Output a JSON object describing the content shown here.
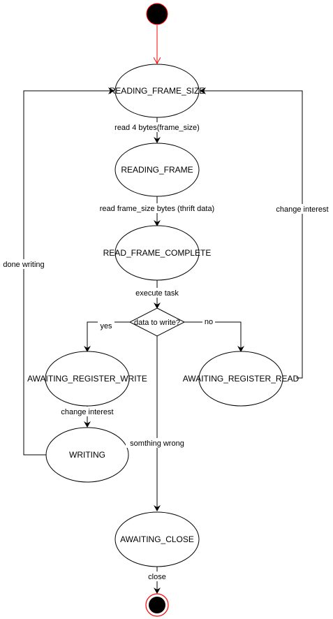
{
  "states": {
    "reading_frame_size": "READING_FRAME_SIZE",
    "reading_frame": "READING_FRAME",
    "read_frame_complete": "READ_FRAME_COMPLETE",
    "data_to_write": "data to write?",
    "awaiting_register_write": "AWAITING_REGISTER_WRITE",
    "awaiting_register_read": "AWAITING_REGISTER_READ",
    "writing": "WRITING",
    "awaiting_close": "AWAITING_CLOSE"
  },
  "edges": {
    "read_4_bytes": "read 4 bytes(frame_size)",
    "read_frame_size_bytes": "read frame_size bytes (thrift data)",
    "execute_task": "execute task",
    "yes": "yes",
    "no": "no",
    "change_interest_write": "change interest",
    "change_interest_read": "change interest",
    "done_writing": "done writing",
    "somthing_wrong": "somthing wrong",
    "close": "close"
  },
  "colors": {
    "start_fill": "#000000",
    "start_edge": "#ff0000",
    "stroke": "#000000",
    "end_ring": "#ff0000",
    "node_fill": "#ffffff"
  }
}
